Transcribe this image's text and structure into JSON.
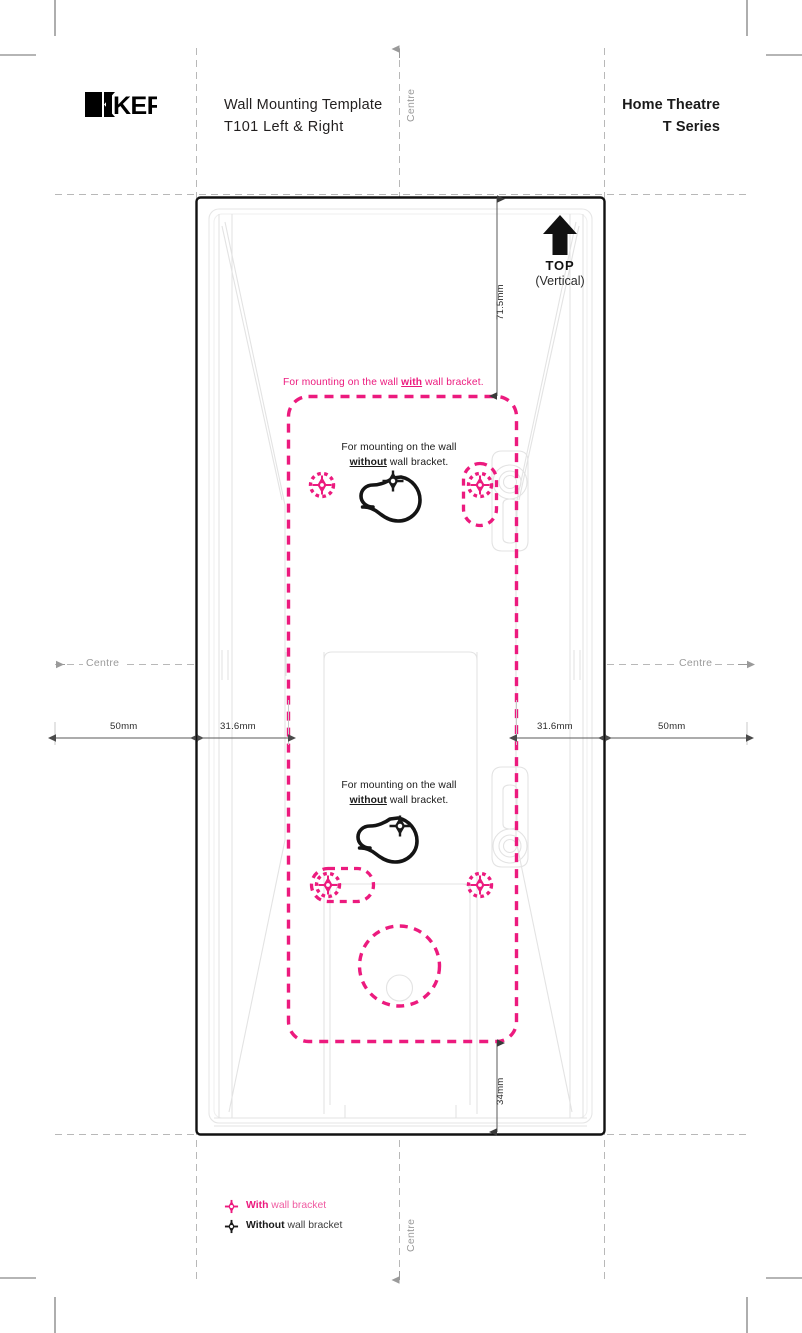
{
  "document": {
    "brand": "KEF",
    "title_line1": "Wall Mounting Template",
    "title_line2": "T101  Left & Right",
    "product_line1": "Home Theatre",
    "product_line2": "T Series"
  },
  "orientation": {
    "label": "TOP",
    "sublabel": "(Vertical)",
    "icon": "up-arrow-icon"
  },
  "notes": {
    "with_bracket_prefix": "For mounting on the wall ",
    "with_bracket_emphasis": "with",
    "with_bracket_suffix": " wall bracket.",
    "without_bracket_line1": "For mounting on the wall",
    "without_bracket_emphasis": "without",
    "without_bracket_suffix": " wall bracket."
  },
  "dimensions": {
    "top_vertical": "71.5mm",
    "bottom_vertical": "34mm",
    "left_outer": "50mm",
    "left_inner": "31.6mm",
    "right_inner": "31.6mm",
    "right_outer": "50mm"
  },
  "centre_marks": {
    "top": "Centre",
    "bottom": "Centre",
    "left": "Centre",
    "right": "Centre"
  },
  "legend": {
    "items": [
      {
        "icon": "target-crosshair-icon",
        "emphasis": "With",
        "text": " wall bracket",
        "color": "#ec1a7e"
      },
      {
        "icon": "target-crosshair-icon",
        "emphasis": "Without",
        "text": " wall bracket",
        "color": "#1a1a1a"
      }
    ]
  },
  "colors": {
    "accent_magenta": "#ec1a7e",
    "ink_black": "#1a1a1a",
    "guide_gray": "#b3b3b3",
    "faint_gray": "#e2e2e2"
  }
}
